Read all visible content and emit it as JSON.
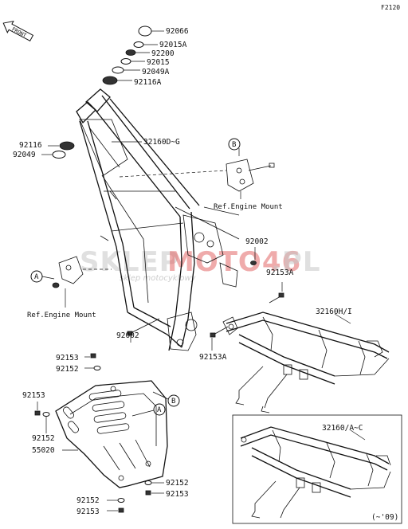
{
  "diagram_code": "F2120",
  "front_label": "FRONT",
  "watermark": {
    "main_left": "SKLEP",
    "main_red": "MOTO46",
    "main_right": ".PL",
    "sub": "sklep motocyklowy"
  },
  "parts": {
    "p92066": "92066",
    "p92015A": "92015A",
    "p92200": "92200",
    "p92015": "92015",
    "p92049A": "92049A",
    "p92116A": "92116A",
    "p92116": "92116",
    "p92049": "92049",
    "p32160DG": "32160D~G",
    "p92002_upper": "92002",
    "p92153A_upper": "92153A",
    "p32160HI": "32160H/I",
    "p92002_lower": "92002",
    "p92153A_lower": "92153A",
    "p92153_a": "92153",
    "p92152_a": "92152",
    "p92153_b": "92153",
    "p92152_b": "92152",
    "p55020": "55020",
    "p92152_c": "92152",
    "p92153_c": "92153",
    "p92152_d": "92152",
    "p92153_d": "92153",
    "p32160AC": "32160/A~C"
  },
  "refs": {
    "ref_engine_mount_right": "Ref.Engine Mount",
    "ref_engine_mount_left": "Ref.Engine Mount"
  },
  "callouts": {
    "b_top": "B",
    "a_left": "A",
    "b_guard": "B",
    "a_guard": "A"
  },
  "inset_note": "(~'09)"
}
